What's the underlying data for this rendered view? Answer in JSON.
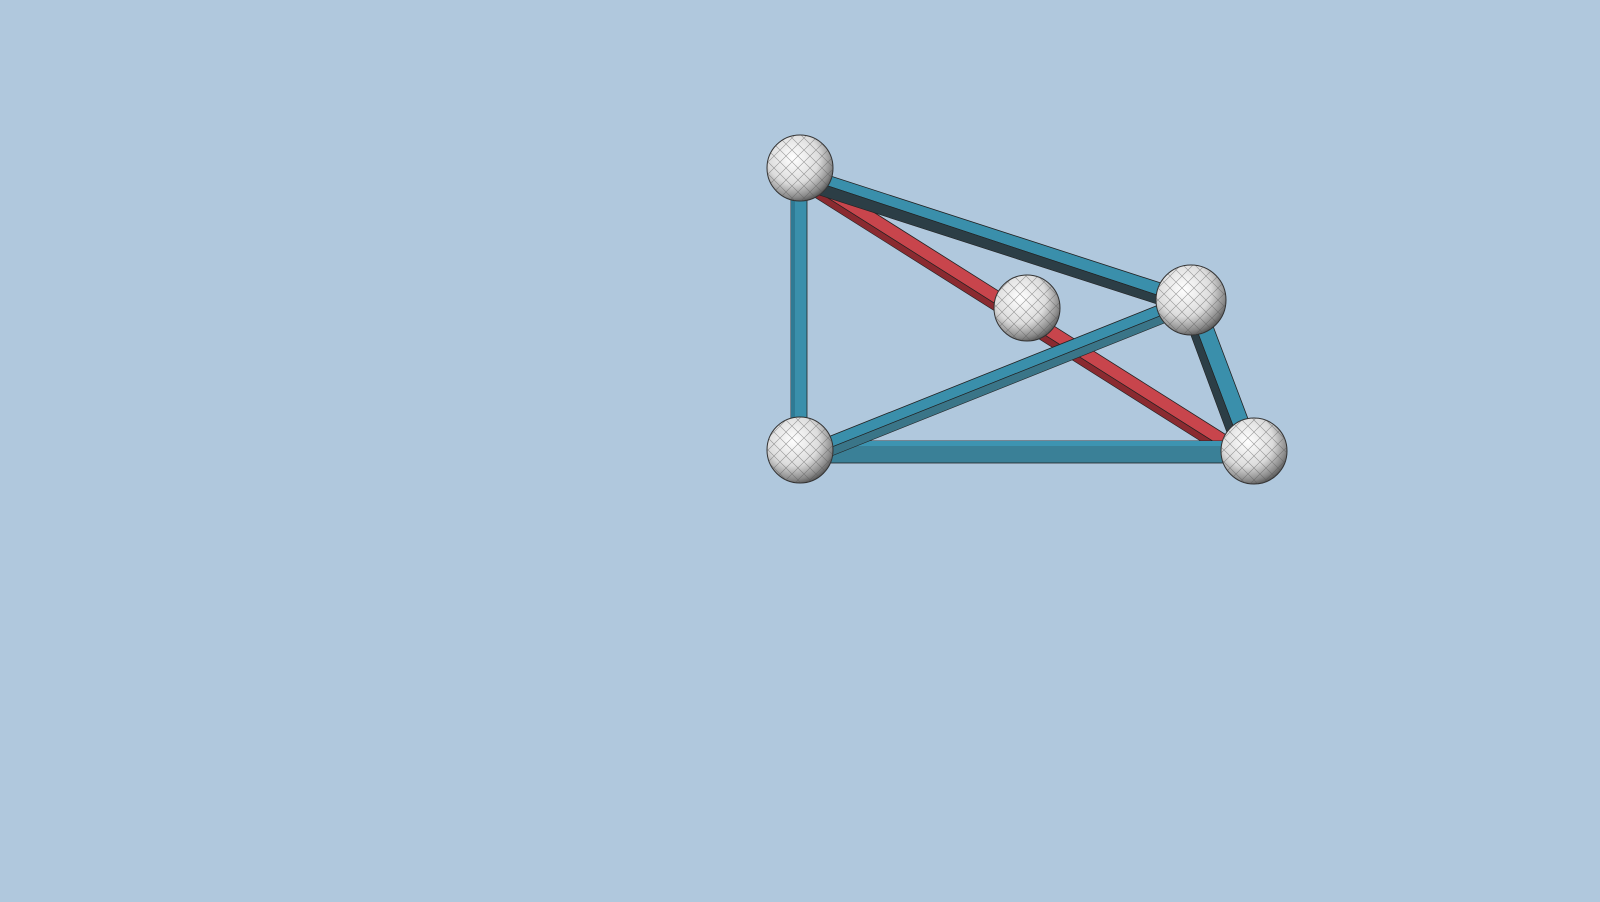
{
  "viewport": {
    "background": "#b0c8dd"
  },
  "colors": {
    "strut_blue": "#3a8fab",
    "strut_blue_dark": "#2c3e46",
    "strut_red": "#c8454c",
    "strut_red_dark": "#8a2a30",
    "ball_light": "#f2f2f2",
    "ball_mid": "#c9c9c9",
    "ball_dark": "#6e6e6e"
  },
  "scene": {
    "balls": [
      {
        "id": "top-left"
      },
      {
        "id": "center"
      },
      {
        "id": "right-upper"
      },
      {
        "id": "bottom-left"
      },
      {
        "id": "bottom-right"
      }
    ],
    "struts": [
      {
        "id": "top-left-to-right-upper",
        "color": "blue"
      },
      {
        "id": "top-left-to-bottom-left",
        "color": "blue"
      },
      {
        "id": "top-left-to-bottom-right",
        "color": "red"
      },
      {
        "id": "bottom-left-to-right-upper",
        "color": "blue"
      },
      {
        "id": "bottom-left-to-bottom-right",
        "color": "blue"
      },
      {
        "id": "right-upper-to-bottom-right",
        "color": "blue"
      }
    ]
  }
}
